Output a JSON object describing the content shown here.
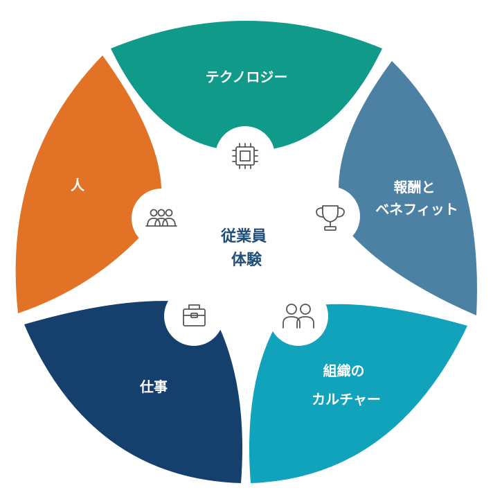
{
  "center": {
    "line1": "従業員",
    "line2": "体験"
  },
  "segments": [
    {
      "key": "technology",
      "label_lines": [
        "テクノロジー"
      ],
      "color": "#0f9a8a",
      "icon": "chip-icon"
    },
    {
      "key": "rewards",
      "label_lines": [
        "報酬と",
        "ベネフィット"
      ],
      "color": "#4d81a3",
      "icon": "trophy-icon"
    },
    {
      "key": "culture",
      "label_lines": [
        "組織の",
        "カルチャー"
      ],
      "color": "#11a3bb",
      "icon": "people-pair-icon"
    },
    {
      "key": "work",
      "label_lines": [
        "仕事"
      ],
      "color": "#153f6c",
      "icon": "toolbox-icon"
    },
    {
      "key": "people",
      "label_lines": [
        "人"
      ],
      "color": "#e27326",
      "icon": "group-icon"
    }
  ]
}
